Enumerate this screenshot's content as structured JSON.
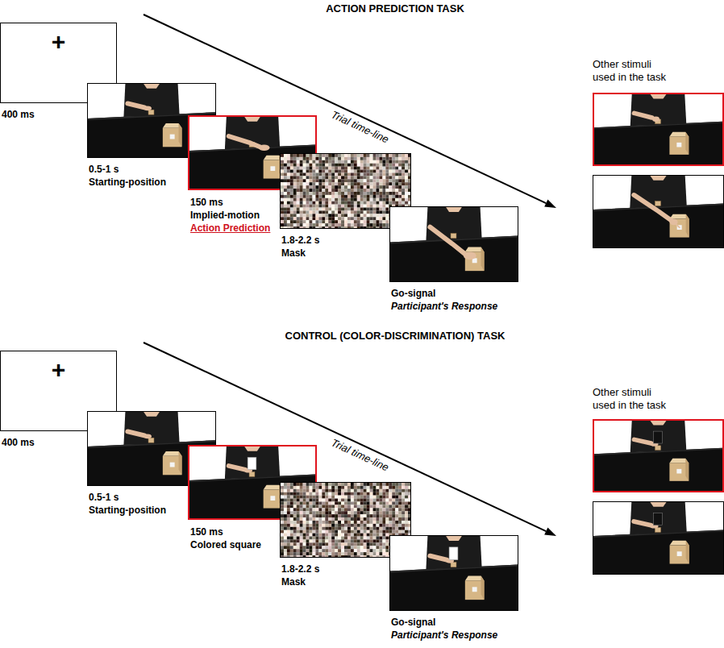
{
  "diagram": {
    "nodes": [
      {
        "text": [
          "+",
          "400 ms"
        ]
      },
      {
        "text": [
          "0.5-1 s",
          "Starting-position"
        ]
      },
      {
        "text": [
          "150 ms",
          "Implied-motion",
          "Action Prediction"
        ]
      },
      {
        "text": [
          "1.8-2.2 s",
          "Mask"
        ]
      },
      {
        "text": [
          "Go-signal",
          "Participant's Response"
        ]
      },
      {
        "text": [
          "+",
          "400 ms"
        ]
      },
      {
        "text": [
          "0.5-1 s",
          "Starting-position"
        ]
      },
      {
        "text": [
          "150 ms",
          "Colored square"
        ]
      },
      {
        "text": [
          "1.8-2.2 s",
          "Mask"
        ]
      },
      {
        "text": [
          "Go-signal",
          "Participant's Response"
        ]
      }
    ],
    "labels": [
      "ACTION PREDICTION TASK",
      "Trial time-line",
      "Other stimuli used in the task",
      "CONTROL (COLOR-DISCRIMINATION) TASK",
      "Trial time-line",
      "Other stimuli used in the task"
    ]
  }
}
